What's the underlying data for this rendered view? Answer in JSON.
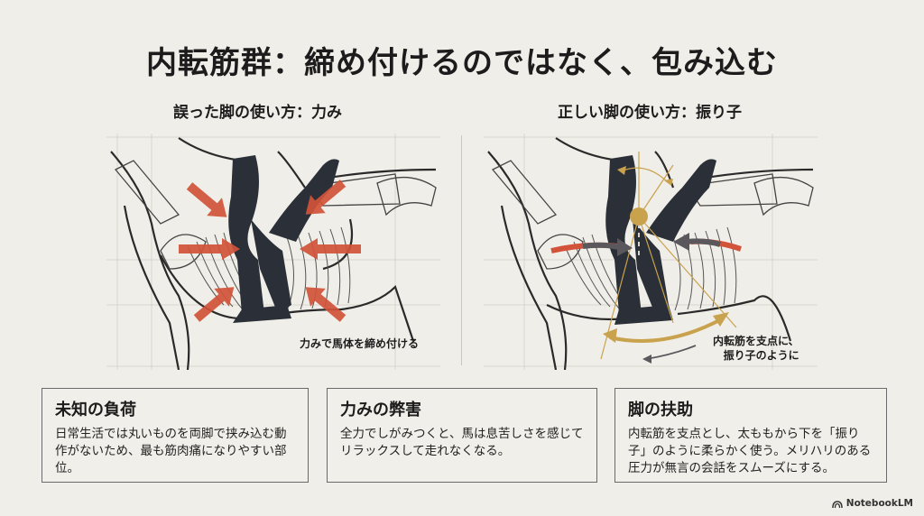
{
  "title": "内転筋群：締め付けるのではなく、包み込む",
  "left": {
    "heading": "誤った脚の使い方：力み",
    "caption": "力みで馬体を締め付ける",
    "arrow_color": "#d2533a",
    "arrows": 6
  },
  "right": {
    "heading": "正しい脚の使い方：振り子",
    "caption_line1": "内転筋を支点に、",
    "caption_line2": "振り子のように",
    "pivot_color": "#c9a24e",
    "arrow_color": "#5a585c",
    "accent_red": "#d2533a"
  },
  "cards": [
    {
      "title": "未知の負荷",
      "body": "日常生活では丸いものを両脚で挟み込む動作がないため、最も筋肉痛になりやすい部位。"
    },
    {
      "title": "力みの弊害",
      "body": "全力でしがみつくと、馬は息苦しさを感じてリラックスして走れなくなる。"
    },
    {
      "title": "脚の扶助",
      "body": "内転筋を支点とし、太ももから下を「振り子」のように柔らかく使う。メリハリのある圧力が無言の会話をスムーズにする。"
    }
  ],
  "brand": "NotebookLM",
  "colors": {
    "background": "#f0eee8",
    "ink": "#2a2f38",
    "red": "#d2533a",
    "gold": "#c9a24e"
  }
}
